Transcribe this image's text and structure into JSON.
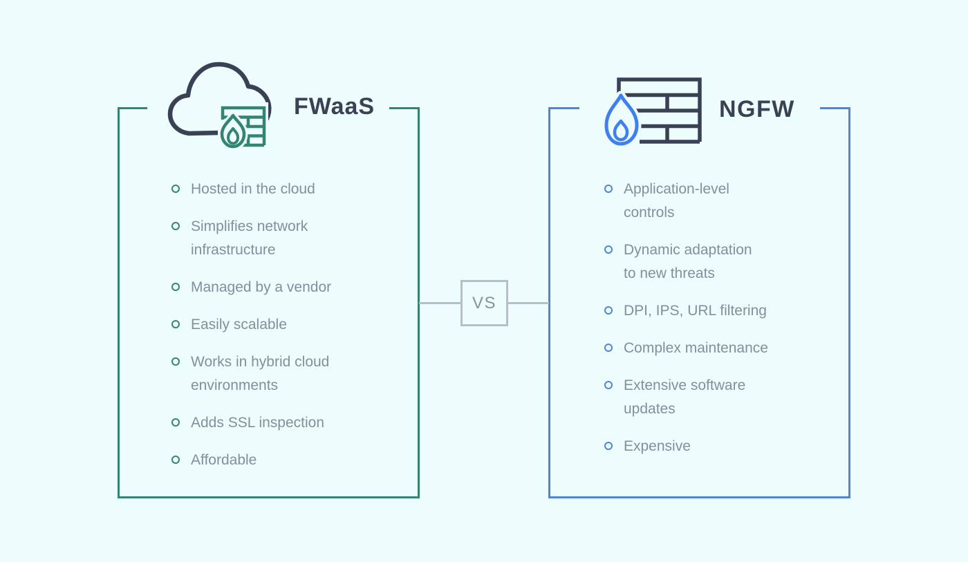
{
  "colors": {
    "background": "#edfcfc",
    "green": "#338471",
    "blue": "#4d85dc",
    "flame_blue": "#3f80f0",
    "navy": "#3a4154",
    "text_gray": "#858e9d",
    "connector_gray": "#b8bec5",
    "vs_text": "#8b9199"
  },
  "vs_badge": {
    "label": "VS"
  },
  "left_panel": {
    "title": "FWaaS",
    "icon": "cloud-firewall-icon",
    "items": [
      [
        "Hosted in the cloud"
      ],
      [
        "Simplifies network",
        "infrastructure"
      ],
      [
        "Managed by a vendor"
      ],
      [
        "Easily scalable"
      ],
      [
        "Works in hybrid cloud",
        "environments"
      ],
      [
        "Adds SSL inspection"
      ],
      [
        "Affordable"
      ]
    ]
  },
  "right_panel": {
    "title": "NGFW",
    "icon": "firewall-flame-icon",
    "items": [
      [
        "Application-level",
        "controls"
      ],
      [
        "Dynamic adaptation",
        "to new threats"
      ],
      [
        "DPI, IPS, URL filtering"
      ],
      [
        "Complex maintenance"
      ],
      [
        "Extensive software",
        "updates"
      ],
      [
        "Expensive"
      ]
    ]
  }
}
